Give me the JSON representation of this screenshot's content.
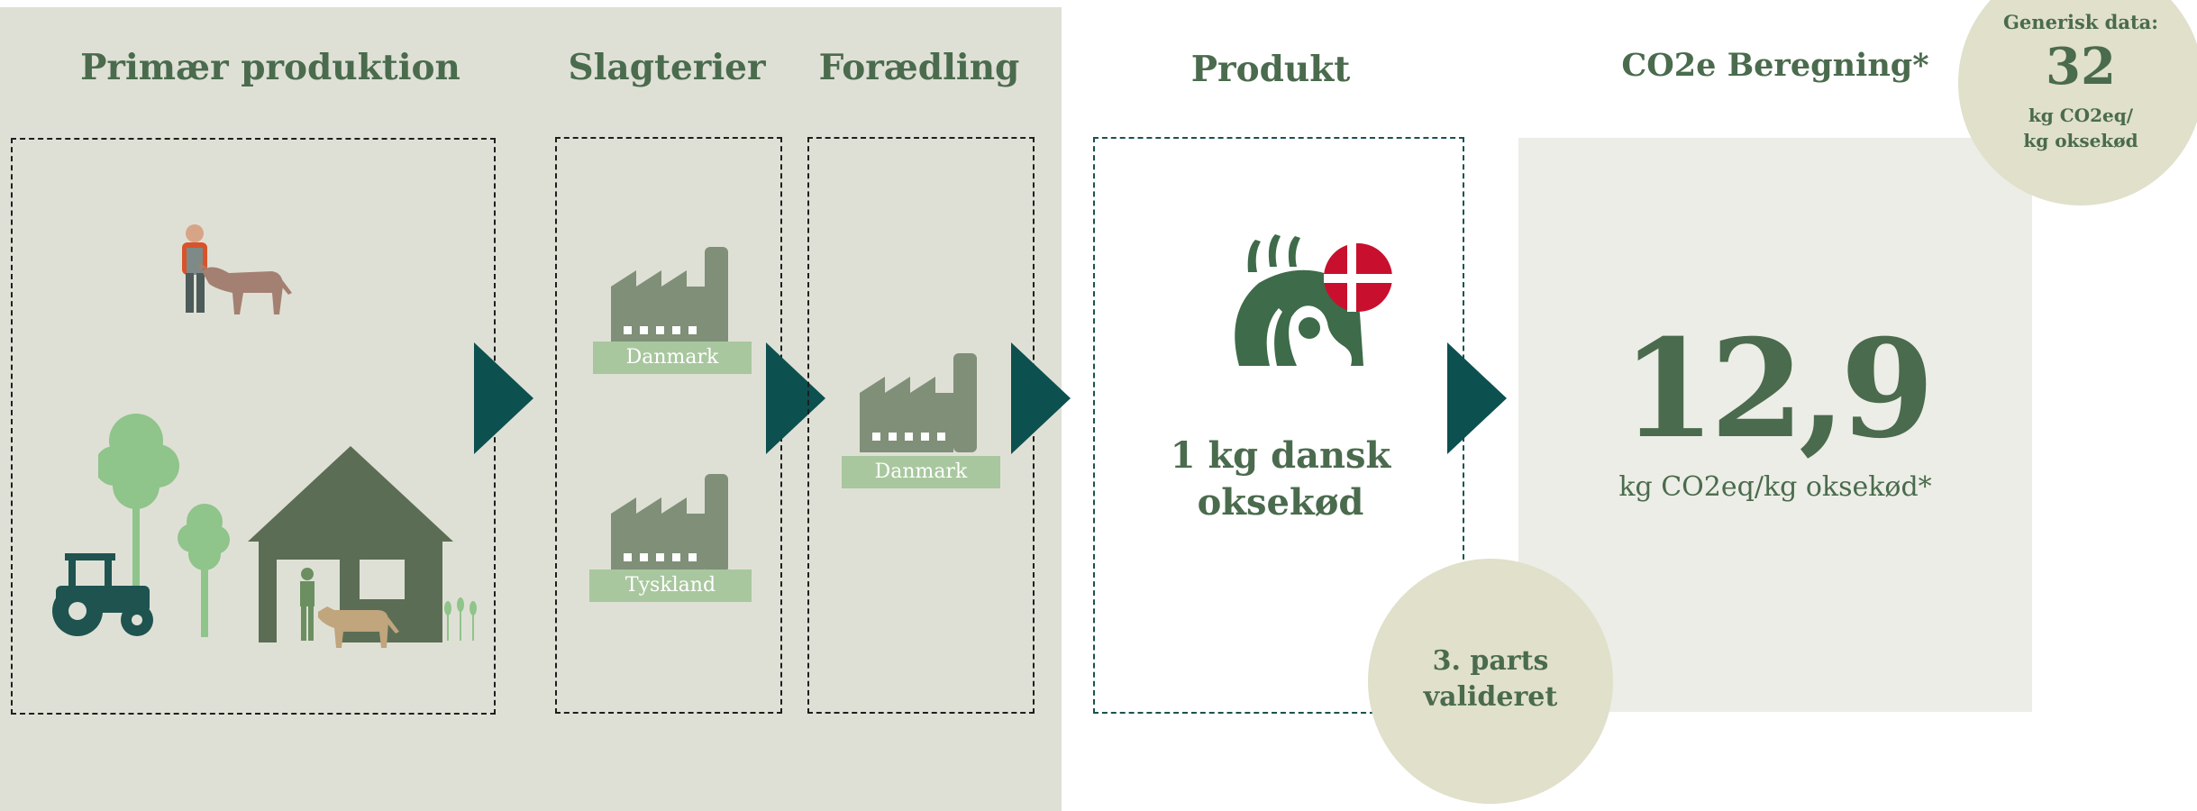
{
  "headings": {
    "primary": "Primær produktion",
    "slaughter": "Slagterier",
    "processing": "Forædling",
    "product": "Produkt",
    "calculation": "CO2e Beregning*"
  },
  "slaughter_labels": [
    "Danmark",
    "Tyskland"
  ],
  "processing_label": "Danmark",
  "product": {
    "line1": "1 kg dansk",
    "line2": "oksekød"
  },
  "result": {
    "value": "12,9",
    "unit": "kg CO2eq/kg oksekød*"
  },
  "generic": {
    "label": "Generisk data:",
    "value": "32",
    "unit_line1": "kg CO2eq/",
    "unit_line2": "kg oksekød"
  },
  "validated": {
    "line1": "3. parts",
    "line2": "valideret"
  },
  "colors": {
    "panel": "#dfe0d5",
    "heading_green": "#4a6b4d",
    "arrow_teal": "#0d5050",
    "factory": "#7f8f78",
    "label_green": "#a8c79e",
    "danish_red": "#c8102e"
  }
}
